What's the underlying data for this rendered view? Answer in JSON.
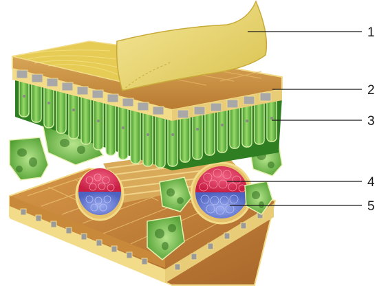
{
  "diagram": {
    "callouts": [
      {
        "id": "callout-1",
        "number": "1"
      },
      {
        "id": "callout-2",
        "number": "2"
      },
      {
        "id": "callout-3",
        "number": "3"
      },
      {
        "id": "callout-4",
        "number": "4"
      },
      {
        "id": "callout-5",
        "number": "5"
      }
    ],
    "colors": {
      "cuticle": "#e8d46a",
      "epidermis_top": "#d4a23c",
      "epidermis_side": "#c48a2e",
      "palisade": "#5cb33a",
      "palisade_light": "#a8dc7a",
      "spongy": "#7cc04e",
      "xylem": "#e23a5a",
      "phloem": "#6a82d8",
      "lower_epidermis": "#c07a2c",
      "cell_wall": "#f2dc8a"
    }
  }
}
